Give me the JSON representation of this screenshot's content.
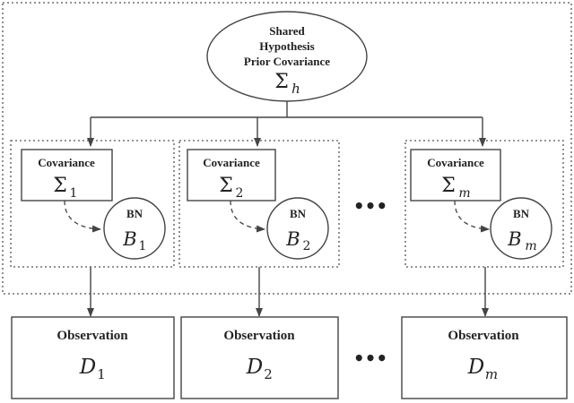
{
  "hypothesis": {
    "line1": "Shared",
    "line2": "Hypothesis",
    "line3": "Prior Covariance",
    "symbol": "Σ",
    "subscript": "h"
  },
  "groups": [
    {
      "cov_label": "Covariance",
      "cov_symbol": "Σ",
      "cov_sub": "1",
      "bn_label": "BN",
      "bn_symbol": "B",
      "bn_sub": "1"
    },
    {
      "cov_label": "Covariance",
      "cov_symbol": "Σ",
      "cov_sub": "2",
      "bn_label": "BN",
      "bn_symbol": "B",
      "bn_sub": "2"
    },
    {
      "cov_label": "Covariance",
      "cov_symbol": "Σ",
      "cov_sub": "m",
      "bn_label": "BN",
      "bn_symbol": "B",
      "bn_sub": "m"
    }
  ],
  "observations": [
    {
      "label": "Observation",
      "symbol": "D",
      "sub": "1"
    },
    {
      "label": "Observation",
      "symbol": "D",
      "sub": "2"
    },
    {
      "label": "Observation",
      "symbol": "D",
      "sub": "m"
    }
  ],
  "ellipsis": "•••"
}
